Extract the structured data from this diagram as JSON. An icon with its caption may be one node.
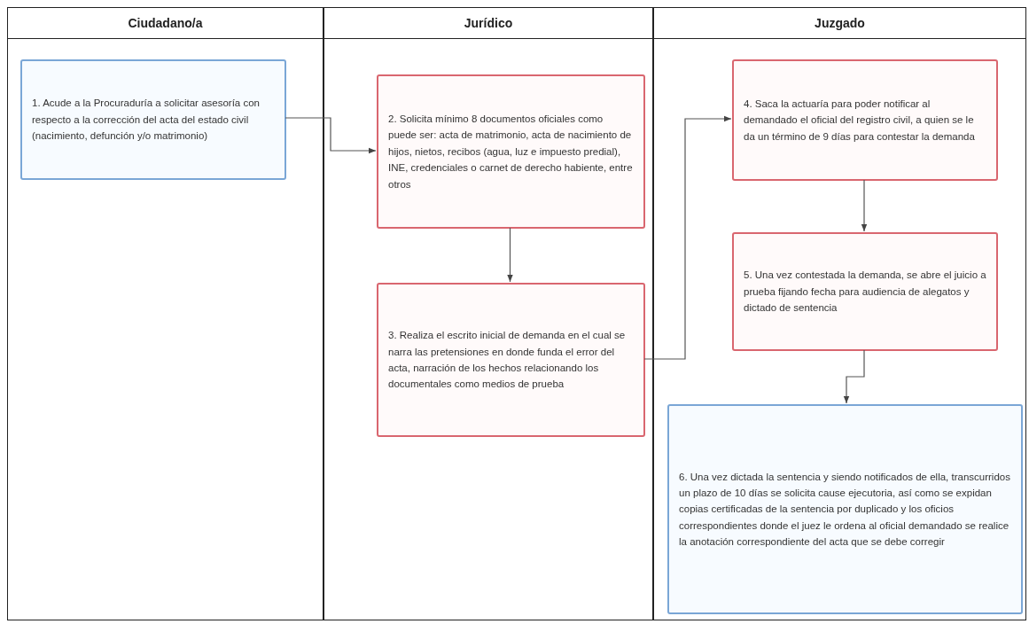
{
  "diagram": {
    "nodes": [
      {
        "text": [
          "Ciudadano/a"
        ]
      },
      {
        "text": [
          "1. Acude a la Procuraduría a solicitar asesoría con respecto a la corrección del acta del estado civil (nacimiento, defunción y/o matrimonio)"
        ],
        "in": 0
      },
      {
        "text": [
          "Jurídico"
        ]
      },
      {
        "text": [
          "2. Solicita mínimo 8 documentos oficiales como puede ser: acta de matrimonio, acta de nacimiento de hijos, nietos, recibos (agua, luz e impuesto predial), INE, credenciales o carnet de derecho habiente, entre otros"
        ],
        "in": 2
      },
      {
        "text": [
          "3. Realiza el escrito inicial de demanda en el cual se narra las pretensiones en donde funda el error del acta, narración de los hechos relacionando los documentales como medios de prueba"
        ],
        "in": 2
      },
      {
        "text": [
          "Juzgado"
        ]
      },
      {
        "text": [
          "4. Saca la actuaría para poder notificar al demandado el oficial del registro civil, a quien se le da un término de 9 días para contestar la demanda"
        ],
        "in": 5
      },
      {
        "text": [
          "5. Una vez contestada la demanda, se abre el juicio a prueba fijando fecha para audiencia de alegatos y dictado de sentencia"
        ],
        "in": 5
      },
      {
        "text": [
          "6. Una vez dictada la sentencia y siendo notificados de ella, transcurridos un plazo de 10 días se solicita cause ejecutoria, así como se expidan copias certificadas de la sentencia por duplicado y los oficios correspondientes donde el juez le ordena al oficial demandado se realice la anotación correspondiente del acta que se debe corregir"
        ],
        "in": 5
      }
    ],
    "edges": [
      {
        "from": 1,
        "to": 3,
        "arrow": "to"
      },
      {
        "from": 3,
        "to": 4,
        "arrow": "to"
      },
      {
        "from": 4,
        "to": 6,
        "arrow": "to"
      },
      {
        "from": 6,
        "to": 7,
        "arrow": "to"
      },
      {
        "from": 7,
        "to": 8,
        "arrow": "to"
      }
    ]
  }
}
